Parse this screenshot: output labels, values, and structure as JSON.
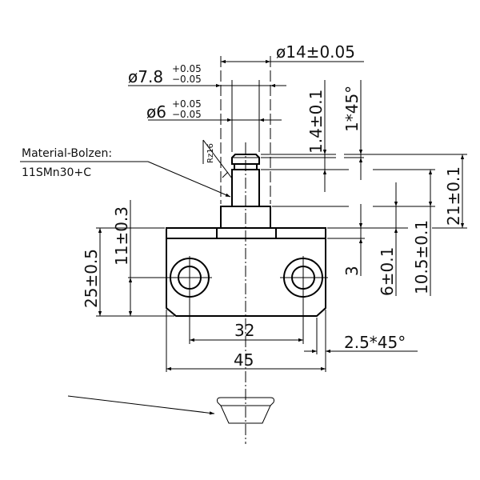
{
  "material": {
    "label": "Material-Bolzen:",
    "spec": "11SMn30+C"
  },
  "surface": "Rz16",
  "dimensions": {
    "d14": "ø14±0.05",
    "d78": "ø7.8",
    "d78_upper": "+0.05",
    "d78_lower": "−0.05",
    "d6": "ø6",
    "d6_upper": "+0.05",
    "d6_lower": "−0.05",
    "h14": "1.4±0.1",
    "chamfer1": "1*45°",
    "h21": "21±0.1",
    "h105": "10.5±0.1",
    "h6": "6±0.1",
    "h3": "3",
    "h25": "25±0.5",
    "h11": "11±0.3",
    "w32": "32",
    "w45": "45",
    "chamfer25": "2.5*45°"
  }
}
